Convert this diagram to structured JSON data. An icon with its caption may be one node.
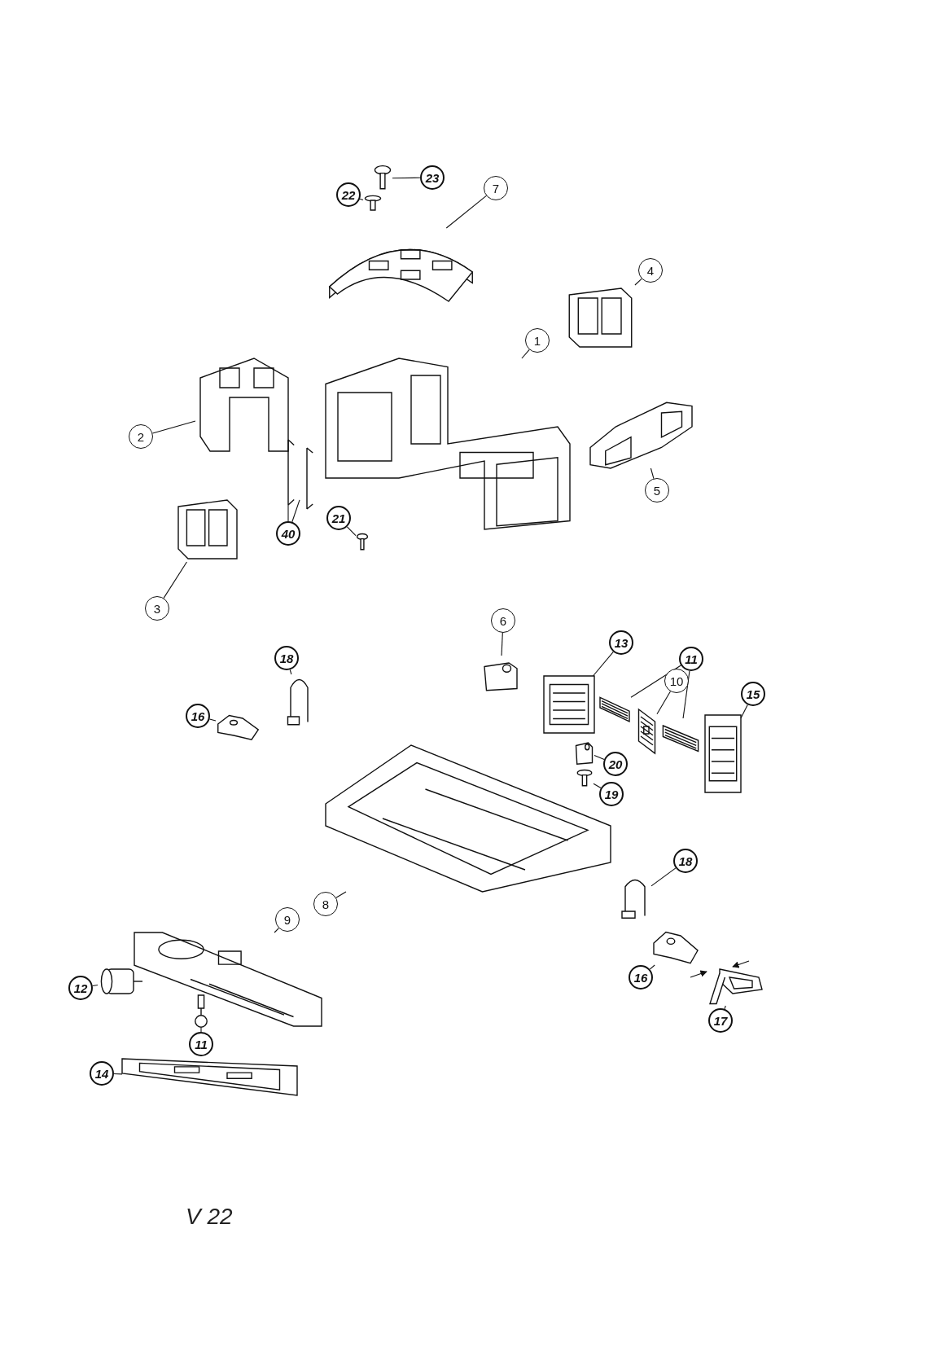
{
  "diagram": {
    "nodes": [
      {
        "text": [
          "23"
        ]
      },
      {
        "text": [],
        "shape": "picture"
      },
      {
        "text": [
          "22"
        ]
      },
      {
        "text": [],
        "shape": "picture"
      },
      {
        "text": [
          "7"
        ]
      },
      {
        "text": [],
        "shape": "picture"
      },
      {
        "text": [
          "4"
        ]
      },
      {
        "text": [],
        "shape": "picture"
      },
      {
        "text": [
          "2"
        ]
      },
      {
        "text": [],
        "shape": "picture"
      },
      {
        "text": [
          "1"
        ]
      },
      {
        "text": [],
        "shape": "picture"
      },
      {
        "text": [
          "5"
        ]
      },
      {
        "text": [],
        "shape": "picture"
      },
      {
        "text": [
          "40"
        ]
      },
      {
        "text": [],
        "shape": "picture"
      },
      {
        "text": [],
        "shape": "picture"
      },
      {
        "text": [
          "21"
        ]
      },
      {
        "text": [],
        "shape": "picture"
      },
      {
        "text": [
          "3"
        ]
      },
      {
        "text": [],
        "shape": "picture"
      },
      {
        "text": [
          "6"
        ]
      },
      {
        "text": [],
        "shape": "picture"
      },
      {
        "text": [
          "18"
        ]
      },
      {
        "text": [],
        "shape": "picture"
      },
      {
        "text": [
          "13"
        ]
      },
      {
        "text": [],
        "shape": "picture"
      },
      {
        "text": [
          "11"
        ]
      },
      {
        "text": [],
        "shape": "picture"
      },
      {
        "text": [],
        "shape": "picture"
      },
      {
        "text": [
          "10"
        ]
      },
      {
        "text": [],
        "shape": "picture"
      },
      {
        "text": [
          "15"
        ]
      },
      {
        "text": [],
        "shape": "picture"
      },
      {
        "text": [
          "16"
        ]
      },
      {
        "text": [],
        "shape": "picture"
      },
      {
        "text": [
          "20"
        ]
      },
      {
        "text": [],
        "shape": "picture"
      },
      {
        "text": [
          "19"
        ]
      },
      {
        "text": [],
        "shape": "picture"
      },
      {
        "text": [
          "8"
        ]
      },
      {
        "text": [],
        "shape": "picture"
      },
      {
        "text": [
          "18"
        ]
      },
      {
        "text": [],
        "shape": "picture"
      },
      {
        "text": [
          "9"
        ]
      },
      {
        "text": [],
        "shape": "picture"
      },
      {
        "text": [
          "12"
        ]
      },
      {
        "text": [],
        "shape": "picture"
      },
      {
        "text": [
          "16"
        ]
      },
      {
        "text": [],
        "shape": "picture"
      },
      {
        "text": [
          "17"
        ]
      },
      {
        "text": [],
        "shape": "picture"
      },
      {
        "text": [
          "11"
        ]
      },
      {
        "text": [],
        "shape": "picture"
      },
      {
        "text": [
          "14"
        ]
      },
      {
        "text": [],
        "shape": "picture"
      }
    ],
    "edges": [
      {
        "from": 0,
        "to": 1,
        "arrow": "none"
      },
      {
        "from": 2,
        "to": 3,
        "arrow": "none"
      },
      {
        "from": 4,
        "to": 5,
        "arrow": "none"
      },
      {
        "from": 6,
        "to": 7,
        "arrow": "none"
      },
      {
        "from": 8,
        "to": 9,
        "arrow": "none"
      },
      {
        "from": 10,
        "to": 11,
        "arrow": "none"
      },
      {
        "from": 12,
        "to": 13,
        "arrow": "none"
      },
      {
        "from": 14,
        "to": 15,
        "arrow": "none"
      },
      {
        "from": 14,
        "to": 16,
        "arrow": "none"
      },
      {
        "from": 17,
        "to": 18,
        "arrow": "none"
      },
      {
        "from": 19,
        "to": 20,
        "arrow": "none"
      },
      {
        "from": 21,
        "to": 22,
        "arrow": "none"
      },
      {
        "from": 23,
        "to": 24,
        "arrow": "none"
      },
      {
        "from": 25,
        "to": 26,
        "arrow": "none"
      },
      {
        "from": 27,
        "to": 28,
        "arrow": "none"
      },
      {
        "from": 27,
        "to": 29,
        "arrow": "none"
      },
      {
        "from": 30,
        "to": 31,
        "arrow": "none"
      },
      {
        "from": 32,
        "to": 33,
        "arrow": "none"
      },
      {
        "from": 34,
        "to": 35,
        "arrow": "none"
      },
      {
        "from": 36,
        "to": 37,
        "arrow": "none"
      },
      {
        "from": 38,
        "to": 39,
        "arrow": "none"
      },
      {
        "from": 40,
        "to": 41,
        "arrow": "none"
      },
      {
        "from": 42,
        "to": 43,
        "arrow": "none"
      },
      {
        "from": 44,
        "to": 45,
        "arrow": "none"
      },
      {
        "from": 46,
        "to": 47,
        "arrow": "none"
      },
      {
        "from": 48,
        "to": 49,
        "arrow": "none"
      },
      {
        "from": 50,
        "to": 51,
        "arrow": "none"
      },
      {
        "from": 52,
        "to": 53,
        "arrow": "none"
      },
      {
        "from": 54,
        "to": 55,
        "arrow": "none"
      }
    ],
    "labels": [
      "V 22"
    ]
  }
}
